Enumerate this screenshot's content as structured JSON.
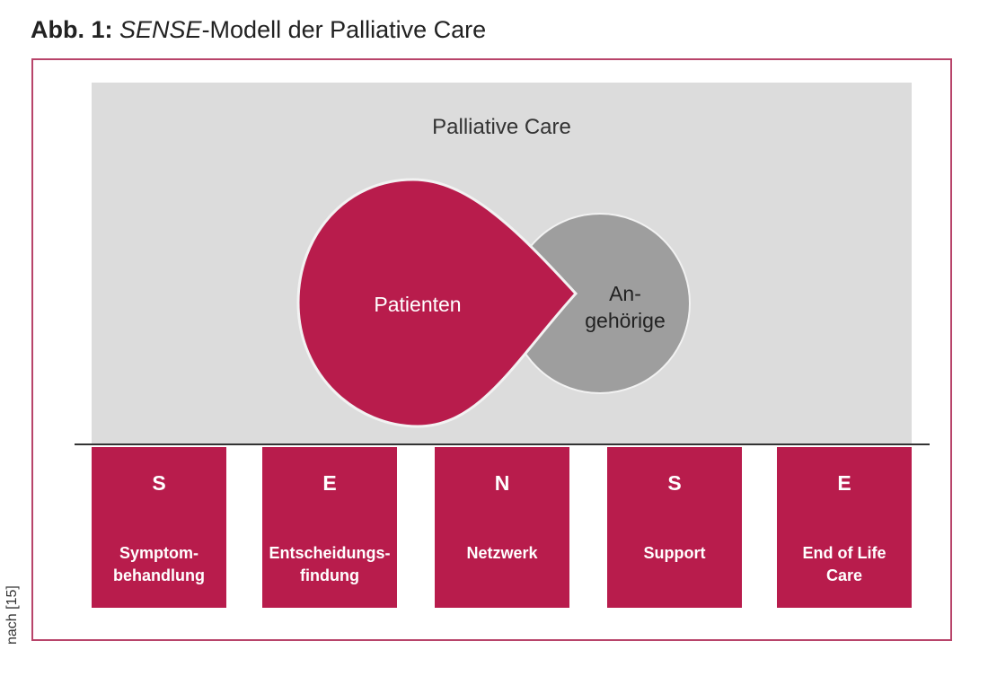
{
  "title": {
    "prefix": "Abb. 1:",
    "italic": "SENSE",
    "rest": "-Modell der Palliative Care"
  },
  "diagram": {
    "area_label": "Palliative Care",
    "patients_label": "Patienten",
    "relatives_label_line1": "An-",
    "relatives_label_line2": "gehörige",
    "pillars": [
      {
        "letter": "S",
        "label": "Symptom-\nbehandlung"
      },
      {
        "letter": "E",
        "label": "Entscheidungs-\nfindung"
      },
      {
        "letter": "N",
        "label": "Netzwerk"
      },
      {
        "letter": "S",
        "label": "Support"
      },
      {
        "letter": "E",
        "label": "End of Life\nCare"
      }
    ]
  },
  "source": "nach [15]",
  "colors": {
    "accent": "#b81c4c",
    "area": "#dcdcdc",
    "relatives": "#9e9e9e",
    "frame": "#b8446a"
  }
}
